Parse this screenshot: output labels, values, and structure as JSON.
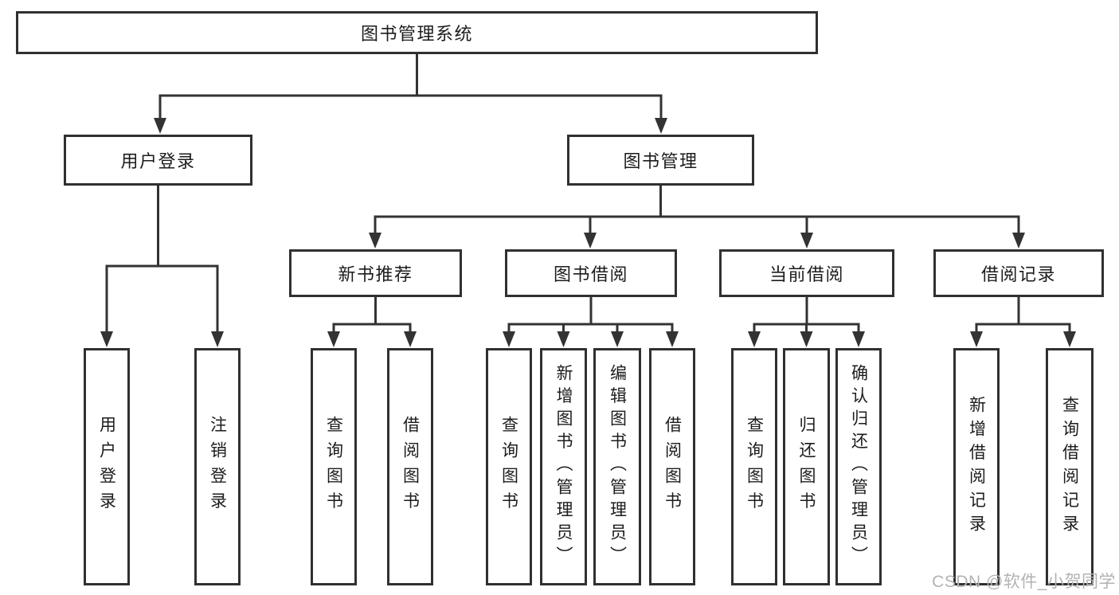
{
  "diagram": {
    "root": "图书管理系统",
    "branches": [
      {
        "label": "用户登录",
        "children": [
          "用户登录",
          "注销登录"
        ]
      },
      {
        "label": "图书管理",
        "groups": [
          {
            "label": "新书推荐",
            "children": [
              "查询图书",
              "借阅图书"
            ]
          },
          {
            "label": "图书借阅",
            "children": [
              "查询图书",
              "新增图书（管理员）",
              "编辑图书（管理员）",
              "借阅图书"
            ]
          },
          {
            "label": "当前借阅",
            "children": [
              "查询图书",
              "归还图书",
              "确认归还（管理员）"
            ]
          },
          {
            "label": "借阅记录",
            "children": [
              "新增借阅记录",
              "查询借阅记录"
            ]
          }
        ]
      }
    ]
  },
  "watermark": {
    "text": "CSDN @软件_小贺同学"
  },
  "colors": {
    "line": "#333333",
    "box_border": "#303030",
    "text": "#1c1c1c",
    "watermark": "#b3b3b3",
    "background": "#ffffff"
  }
}
